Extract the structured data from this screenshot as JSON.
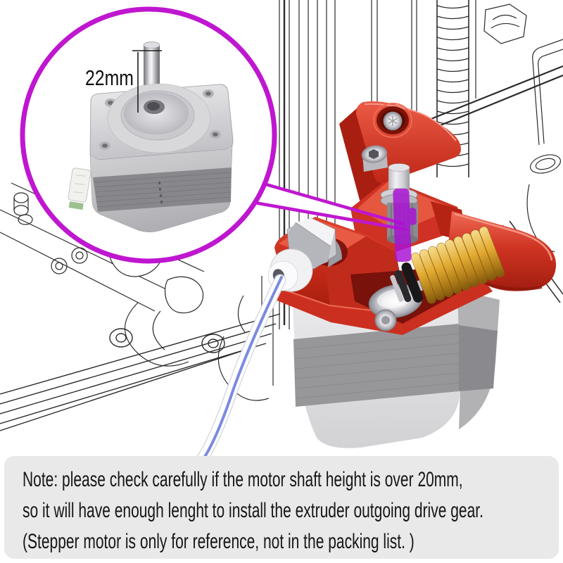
{
  "image_type": "annotated product photo of 3D printer extruder kit",
  "callout": {
    "dimension_label": "22mm",
    "subject": "stepper-motor-shaft"
  },
  "note": {
    "lines": [
      "Note: please check carefully if the motor shaft height is over 20mm,",
      "so it will have enough lenght to install the extruder outgoing drive gear.",
      "(Stepper motor is only for reference, not in the packing list. )"
    ]
  },
  "colors": {
    "background": "#ffffff",
    "magenta_accent": "#bf16d0",
    "purple_highlight": "#a912d4",
    "red_main": "#d0311f",
    "red_bright": "#e85340",
    "red_dark": "#a41e10",
    "red_deep": "#7a130a",
    "gold_spring": "#dca62e",
    "steel_light": "#f2f2f5",
    "steel_dark": "#8f8f96",
    "motor_gray": "#cfcfd2",
    "motor_band": "#919195",
    "sketch_line": "#2b2b2b",
    "blue_filament": "#7584de",
    "note_bg": "#e9e9e9",
    "note_text": "#151515"
  }
}
